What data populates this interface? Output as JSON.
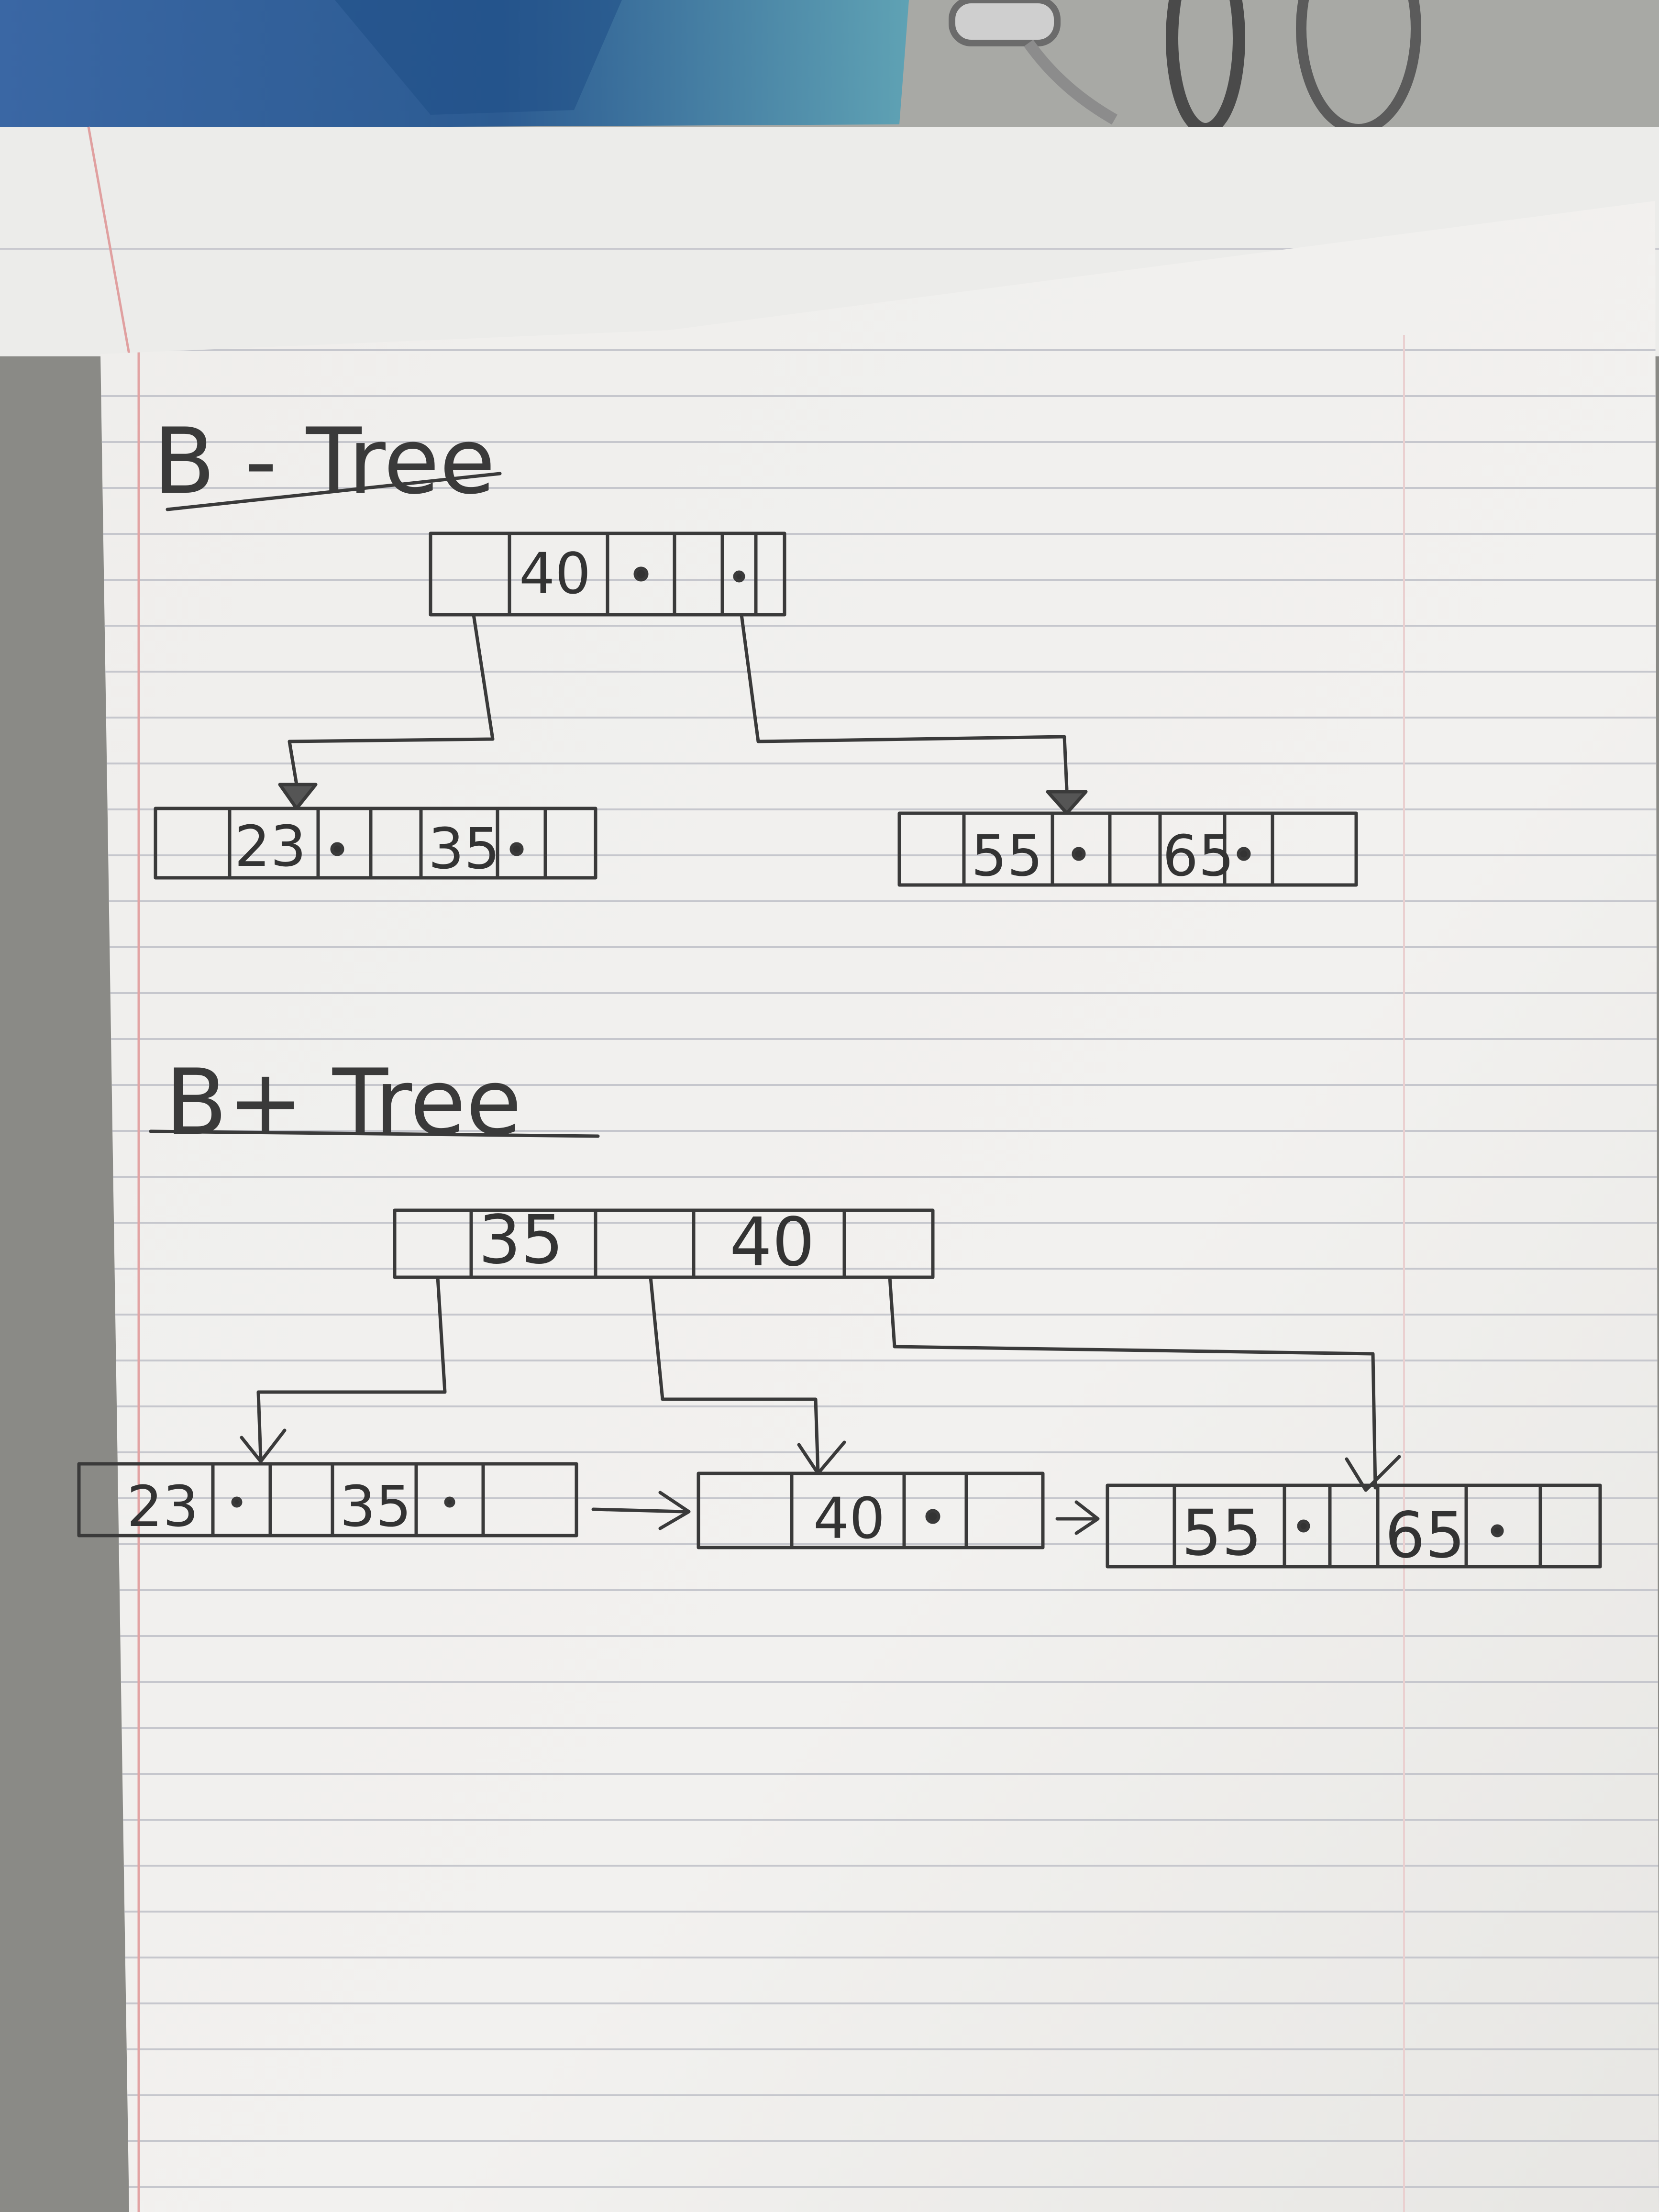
{
  "colors": {
    "paper": "#f1f0ee",
    "ink": "#3a3a3a",
    "rule_line": "#c9c9cf",
    "margin_line": "#e3a6a6",
    "folder_blue": "#2f5f9e",
    "desk": "#a9aaa6"
  },
  "btree": {
    "title": "B - Tree",
    "root": {
      "keys": [
        "40"
      ]
    },
    "leaves": [
      {
        "keys": [
          "23",
          "35"
        ]
      },
      {
        "keys": [
          "55",
          "65"
        ]
      }
    ]
  },
  "bplustree": {
    "title": "B+ Tree",
    "root": {
      "keys": [
        "35",
        "40"
      ]
    },
    "leaves": [
      {
        "keys": [
          "23",
          "35"
        ]
      },
      {
        "keys": [
          "40"
        ]
      },
      {
        "keys": [
          "55",
          "65"
        ]
      }
    ]
  }
}
